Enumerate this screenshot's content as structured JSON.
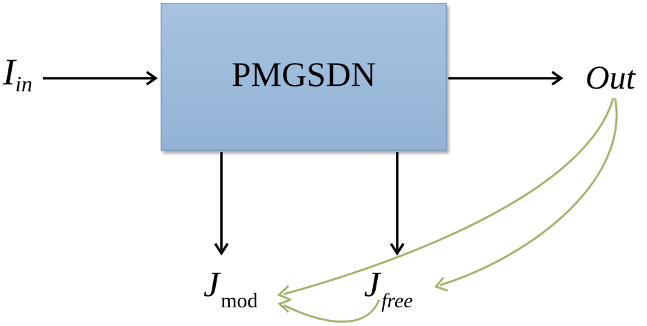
{
  "diagram": {
    "block": {
      "label": "PMGSDN",
      "fill_top": "#a6c3e0",
      "fill_bottom": "#93b3d6",
      "border": "#6b8cb4"
    },
    "input": {
      "base": "I",
      "sub": "in"
    },
    "output": {
      "label": "Out"
    },
    "jmod": {
      "base": "J",
      "sub": "mod"
    },
    "jfree": {
      "base": "J",
      "sub": "free"
    },
    "colors": {
      "arrow": "#000000",
      "feedback": "#a3b46c"
    }
  }
}
